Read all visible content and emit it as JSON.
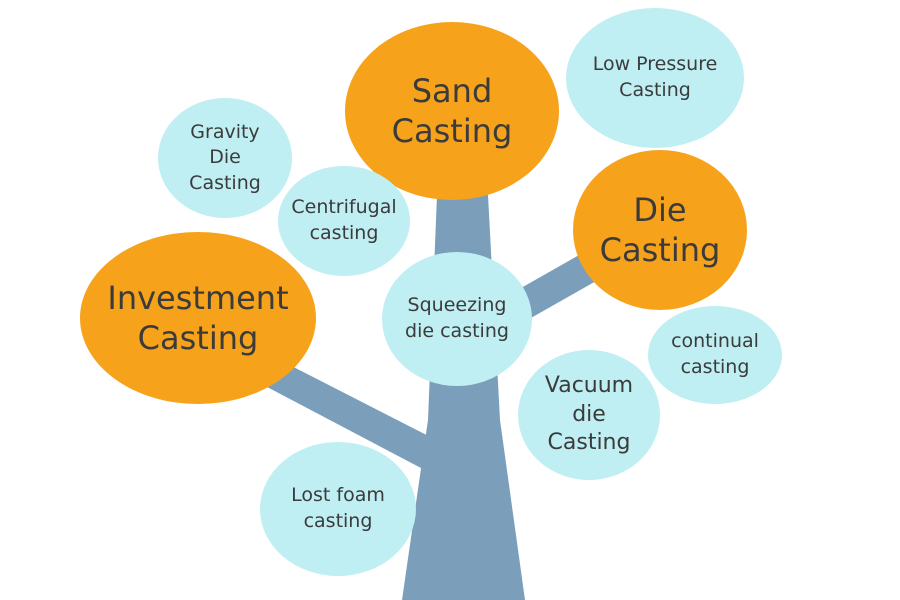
{
  "colors": {
    "major_fill": "#f7a21b",
    "minor_fill": "#bfeef3",
    "trunk": "#7b9fbb",
    "text": "#3b3b3b"
  },
  "nodes": {
    "sand_casting": "Sand\nCasting",
    "die_casting": "Die\nCasting",
    "investment_casting": "Investment\nCasting",
    "low_pressure_casting": "Low Pressure\nCasting",
    "gravity_die_casting": "Gravity\nDie\nCasting",
    "centrifugal_casting": "Centrifugal\ncasting",
    "squeezing_die_casting": "Squeezing\ndie casting",
    "continual_casting": "continual\ncasting",
    "vacuum_die_casting": "Vacuum\ndie\nCasting",
    "lost_foam_casting": "Lost foam\ncasting"
  }
}
